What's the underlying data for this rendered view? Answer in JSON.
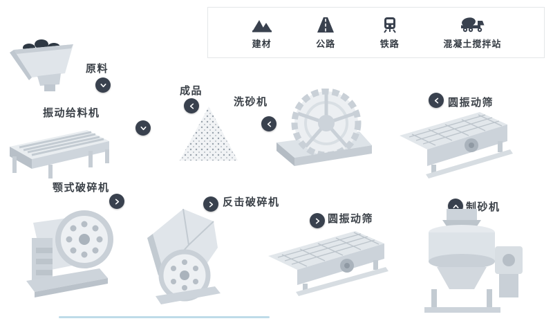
{
  "legend": {
    "items": [
      {
        "label": "建材",
        "icon": "building-materials-icon"
      },
      {
        "label": "公路",
        "icon": "highway-icon"
      },
      {
        "label": "铁路",
        "icon": "railway-icon"
      },
      {
        "label": "混凝土搅拌站",
        "icon": "concrete-mixing-station-icon"
      }
    ]
  },
  "nodes": [
    {
      "id": "raw-material",
      "label": "原料",
      "arrow_direction": "down"
    },
    {
      "id": "vibrating-feeder",
      "label": "振动给料机",
      "arrow_direction": "down"
    },
    {
      "id": "finished-product",
      "label": "成品",
      "arrow_direction": "left"
    },
    {
      "id": "sand-washer",
      "label": "洗砂机",
      "arrow_direction": "left"
    },
    {
      "id": "circular-screen-upper",
      "label": "圆振动筛",
      "arrow_direction": "left"
    },
    {
      "id": "jaw-crusher",
      "label": "颚式破碎机",
      "arrow_direction": "right"
    },
    {
      "id": "impact-crusher",
      "label": "反击破碎机",
      "arrow_direction": "right"
    },
    {
      "id": "circular-screen-lower",
      "label": "圆振动筛",
      "arrow_direction": "right"
    },
    {
      "id": "sand-maker",
      "label": "制砂机",
      "arrow_direction": "up"
    }
  ],
  "colors": {
    "badge": "#39414e",
    "label_text": "#3a4047",
    "legend_border": "#e4e6e8",
    "machine_light": "#e9edf0",
    "machine_mid": "#d6dce1",
    "machine_dark": "#bac2ca",
    "rock_dark": "#2e3843",
    "ground_line_blue": "#a8cfe0"
  }
}
